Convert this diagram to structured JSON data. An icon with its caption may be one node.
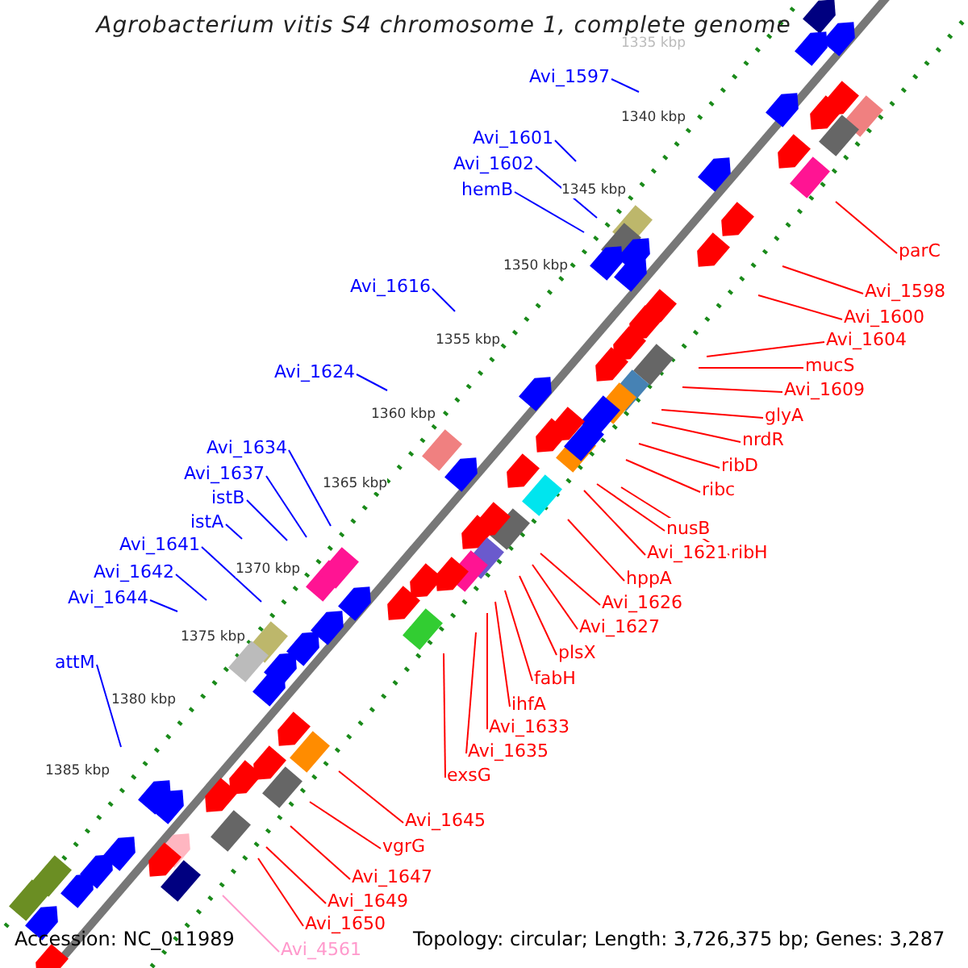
{
  "diagram": {
    "title": "Agrobacterium vitis S4 chromosome 1, complete genome",
    "nodes": [
      {
        "text": [
          "Avi_1597"
        ]
      },
      {
        "text": [
          "Avi_1601"
        ]
      },
      {
        "text": [
          "Avi_1602"
        ]
      },
      {
        "text": [
          "hemB"
        ]
      },
      {
        "text": [
          "Avi_1616"
        ]
      },
      {
        "text": [
          "Avi_1624"
        ]
      },
      {
        "text": [
          "Avi_1634"
        ]
      },
      {
        "text": [
          "Avi_1637"
        ]
      },
      {
        "text": [
          "istB"
        ]
      },
      {
        "text": [
          "istA"
        ]
      },
      {
        "text": [
          "Avi_1641"
        ]
      },
      {
        "text": [
          "Avi_1642"
        ]
      },
      {
        "text": [
          "Avi_1644"
        ]
      },
      {
        "text": [
          "attM"
        ]
      },
      {
        "text": [
          "parC"
        ]
      },
      {
        "text": [
          "Avi_1598"
        ]
      },
      {
        "text": [
          "Avi_1600"
        ]
      },
      {
        "text": [
          "Avi_1604"
        ]
      },
      {
        "text": [
          "mucS"
        ]
      },
      {
        "text": [
          "Avi_1609"
        ]
      },
      {
        "text": [
          "glyA"
        ]
      },
      {
        "text": [
          "nrdR"
        ]
      },
      {
        "text": [
          "ribD"
        ]
      },
      {
        "text": [
          "ribc"
        ]
      },
      {
        "text": [
          "nusB"
        ]
      },
      {
        "text": [
          "ribH"
        ]
      },
      {
        "text": [
          "Avi_1621"
        ]
      },
      {
        "text": [
          "hppA"
        ]
      },
      {
        "text": [
          "Avi_1626"
        ]
      },
      {
        "text": [
          "Avi_1627"
        ]
      },
      {
        "text": [
          "plsX"
        ]
      },
      {
        "text": [
          "fabH"
        ]
      },
      {
        "text": [
          "ihfA"
        ]
      },
      {
        "text": [
          "Avi_1633"
        ]
      },
      {
        "text": [
          "Avi_1635"
        ]
      },
      {
        "text": [
          "exsG"
        ]
      },
      {
        "text": [
          "Avi_1645"
        ]
      },
      {
        "text": [
          "vgrG"
        ]
      },
      {
        "text": [
          "Avi_1647"
        ]
      },
      {
        "text": [
          "Avi_1649"
        ]
      },
      {
        "text": [
          "Avi_1650"
        ]
      },
      {
        "text": [
          "Avi_4561"
        ]
      }
    ],
    "edges": [
      {
        "from": 0,
        "to": null,
        "arrow": "none",
        "color": "#0000ff"
      },
      {
        "from": 1,
        "to": null,
        "arrow": "none",
        "color": "#0000ff"
      },
      {
        "from": 2,
        "to": null,
        "arrow": "none",
        "color": "#0000ff"
      },
      {
        "from": 3,
        "to": null,
        "arrow": "none",
        "color": "#0000ff"
      },
      {
        "from": 4,
        "to": null,
        "arrow": "none",
        "color": "#0000ff"
      },
      {
        "from": 5,
        "to": null,
        "arrow": "none",
        "color": "#0000ff"
      },
      {
        "from": 6,
        "to": null,
        "arrow": "none",
        "color": "#0000ff"
      },
      {
        "from": 7,
        "to": null,
        "arrow": "none",
        "color": "#0000ff"
      },
      {
        "from": 8,
        "to": null,
        "arrow": "none",
        "color": "#0000ff"
      },
      {
        "from": 9,
        "to": null,
        "arrow": "none",
        "color": "#0000ff"
      },
      {
        "from": 10,
        "to": null,
        "arrow": "none",
        "color": "#0000ff"
      },
      {
        "from": 11,
        "to": null,
        "arrow": "none",
        "color": "#0000ff"
      },
      {
        "from": 12,
        "to": null,
        "arrow": "none",
        "color": "#0000ff"
      },
      {
        "from": 13,
        "to": null,
        "arrow": "none",
        "color": "#0000ff"
      },
      {
        "from": 14,
        "to": null,
        "arrow": "none"
      },
      {
        "from": 15,
        "to": null,
        "arrow": "none"
      },
      {
        "from": 16,
        "to": null,
        "arrow": "none"
      },
      {
        "from": 17,
        "to": null,
        "arrow": "none"
      },
      {
        "from": 18,
        "to": null,
        "arrow": "none"
      },
      {
        "from": 19,
        "to": null,
        "arrow": "none"
      },
      {
        "from": 20,
        "to": null,
        "arrow": "none"
      },
      {
        "from": 21,
        "to": null,
        "arrow": "none"
      },
      {
        "from": 22,
        "to": null,
        "arrow": "none"
      },
      {
        "from": 23,
        "to": null,
        "arrow": "none"
      },
      {
        "from": 24,
        "to": null,
        "arrow": "none"
      },
      {
        "from": 25,
        "to": null,
        "arrow": "none"
      },
      {
        "from": 26,
        "to": null,
        "arrow": "none"
      },
      {
        "from": 27,
        "to": null,
        "arrow": "none"
      },
      {
        "from": 28,
        "to": null,
        "arrow": "none"
      },
      {
        "from": 29,
        "to": null,
        "arrow": "none"
      },
      {
        "from": 30,
        "to": null,
        "arrow": "none"
      },
      {
        "from": 31,
        "to": null,
        "arrow": "none"
      },
      {
        "from": 32,
        "to": null,
        "arrow": "none"
      },
      {
        "from": 33,
        "to": null,
        "arrow": "none"
      },
      {
        "from": 34,
        "to": null,
        "arrow": "none"
      },
      {
        "from": 35,
        "to": null,
        "arrow": "none"
      },
      {
        "from": 36,
        "to": null,
        "arrow": "none"
      },
      {
        "from": 37,
        "to": null,
        "arrow": "none"
      },
      {
        "from": 38,
        "to": null,
        "arrow": "none"
      },
      {
        "from": 39,
        "to": null,
        "arrow": "none"
      },
      {
        "from": 40,
        "to": null,
        "arrow": "none"
      },
      {
        "from": 41,
        "to": null,
        "arrow": "none",
        "color": "#ff99cc"
      }
    ],
    "labels": [
      "1335 kbp",
      "1340 kbp",
      "1345 kbp",
      "1350 kbp",
      "1355 kbp",
      "1360 kbp",
      "1365 kbp",
      "1370 kbp",
      "1375 kbp",
      "1380 kbp",
      "1385 kbp",
      "Accession: NC_011989",
      "Topology: circular; Length: 3,726,375 bp; Genes: 3,287"
    ]
  }
}
